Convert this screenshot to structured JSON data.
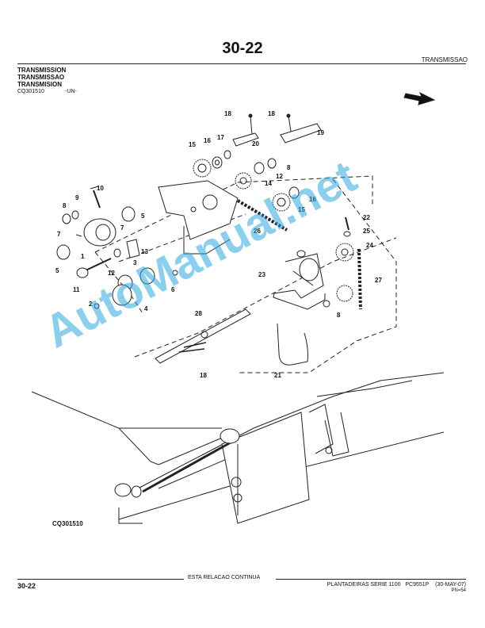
{
  "header": {
    "page_number": "30-22",
    "section_right": "TRANSMISSAO",
    "titles": [
      "TRANSMISSION",
      "TRANSMISSAO",
      "TRANSMISION"
    ],
    "ref_code": "CQ301510",
    "ref_un": "-UN-"
  },
  "diagram": {
    "figure_label": "CQ301510",
    "callouts": [
      "18",
      "18",
      "20",
      "19",
      "17",
      "16",
      "15",
      "10",
      "9",
      "8",
      "5",
      "7",
      "7",
      "1",
      "12",
      "13",
      "3",
      "6",
      "11",
      "2",
      "4",
      "14",
      "12",
      "8",
      "16",
      "15",
      "26",
      "22",
      "25",
      "24",
      "23",
      "27",
      "8",
      "28",
      "21",
      "18",
      "5"
    ]
  },
  "watermark": {
    "text": "AutoManual.net",
    "color": "#29a8e0"
  },
  "footer": {
    "continue_text": "ESTA RELACAO CONTINUA",
    "page_number": "30-22",
    "series": "PLANTADEIRAS SERIE 1100",
    "pc_code": "PC9551P",
    "date": "(30-MAY-07)",
    "pn": "PN=54"
  }
}
